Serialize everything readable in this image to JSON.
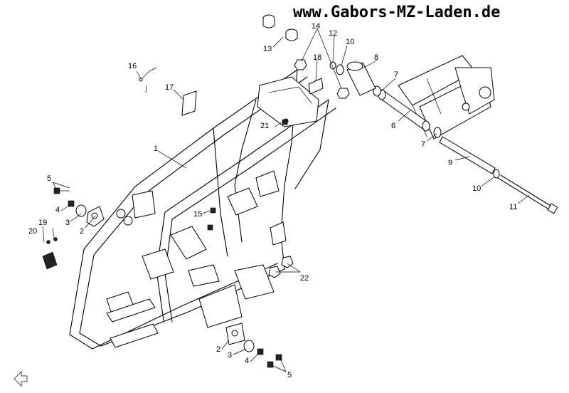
{
  "watermark": "www.Gabors-MZ-Laden.de",
  "callouts": {
    "c1": "1",
    "c2a": "2",
    "c2b": "2",
    "c3a": "3",
    "c3b": "3",
    "c4a": "4",
    "c4b": "4",
    "c5a": "5",
    "c5b": "5",
    "c6": "6",
    "c7a": "7",
    "c7b": "7",
    "c8": "8",
    "c9": "9",
    "c10a": "10",
    "c10b": "10",
    "c11": "11",
    "c12": "12",
    "c13": "13",
    "c14": "14",
    "c15": "15",
    "c16": "16",
    "c17": "17",
    "c18": "18",
    "c19": "19",
    "c20": "20",
    "c21": "21",
    "c22": "22"
  },
  "colors": {
    "ink": "#000000",
    "paper": "#ffffff"
  }
}
